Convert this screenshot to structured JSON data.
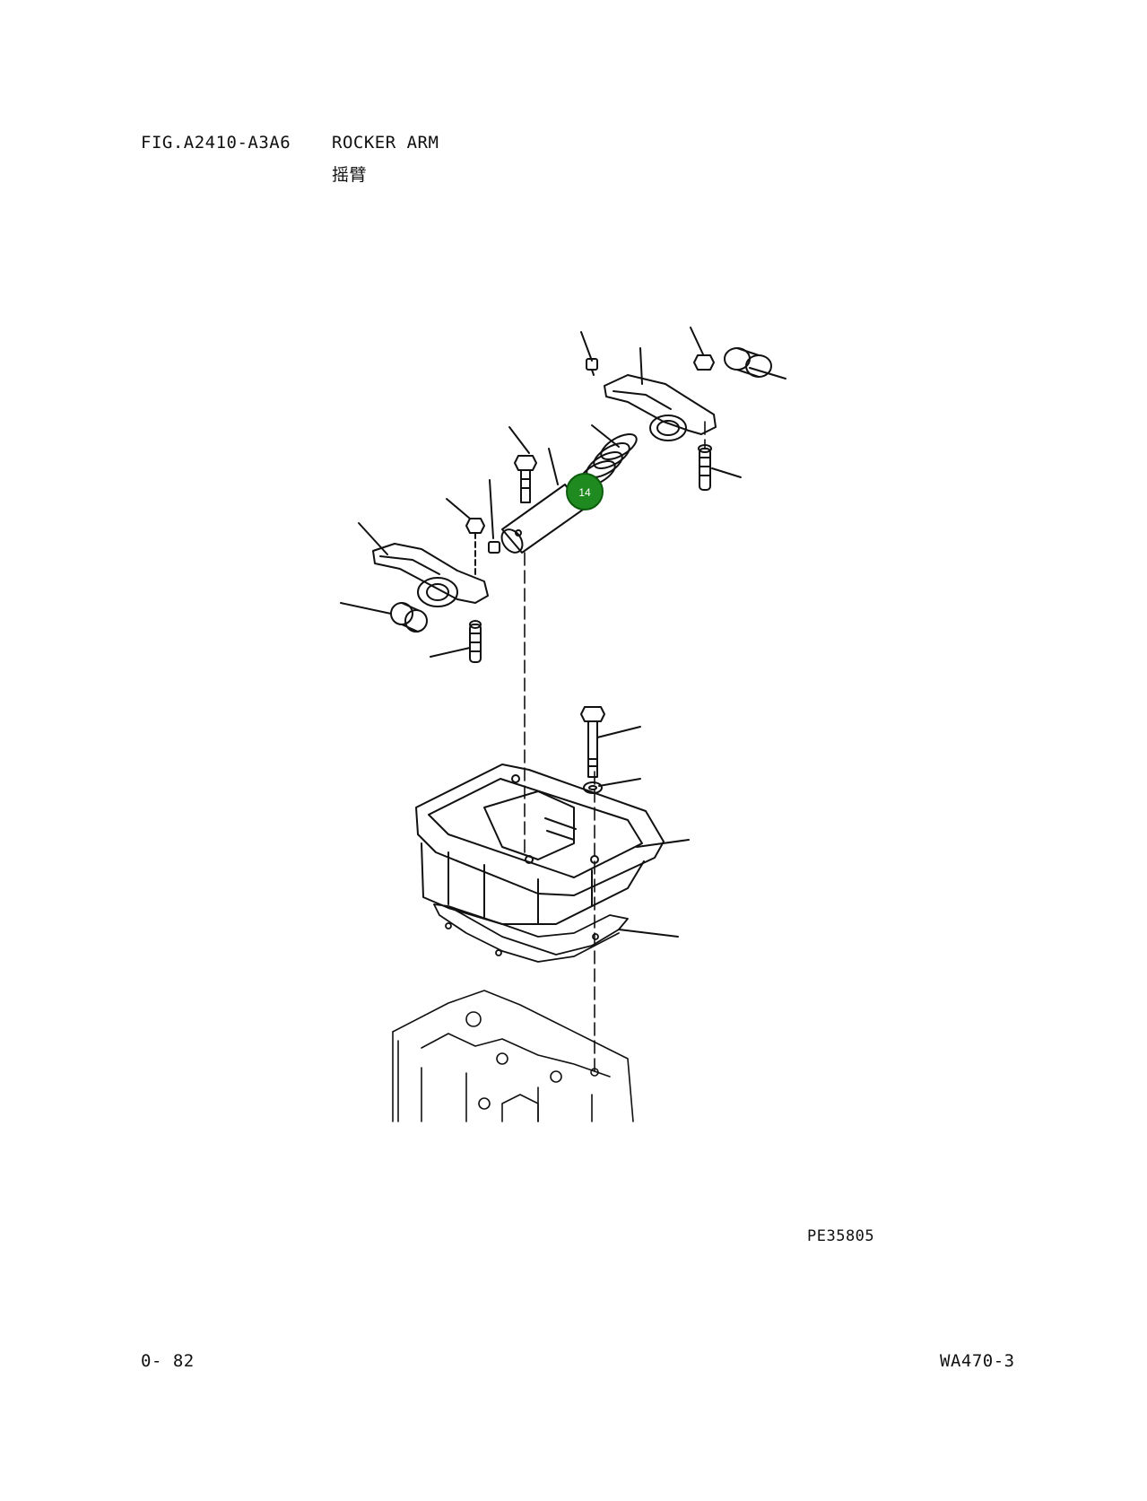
{
  "header": {
    "figure_code": "FIG.A2410-A3A6",
    "title": "ROCKER ARM",
    "title_cjk": "摇臂"
  },
  "diagram": {
    "callout_label": "14",
    "callout_color": "#1f8a1f",
    "drawing_ref": "PE35805"
  },
  "footer": {
    "page_number": "0- 82",
    "model": "WA470-3"
  }
}
